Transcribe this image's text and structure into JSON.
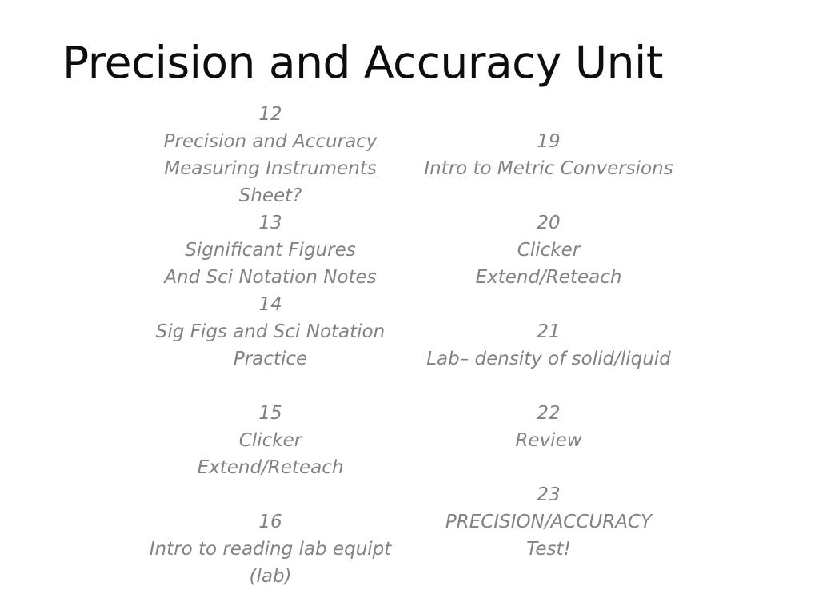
{
  "slide": {
    "title": "Precision and Accuracy Unit",
    "background_color": "#ffffff",
    "title_color": "#0d0d0d",
    "body_color": "#808285"
  },
  "columns": {
    "left": {
      "entries": [
        {
          "day": "12",
          "lines": [
            "Precision and Accuracy",
            "Measuring Instruments",
            "Sheet?"
          ],
          "blank_after": false
        },
        {
          "day": "13",
          "lines": [
            "Significant Figures",
            "And Sci Notation Notes"
          ],
          "blank_after": false
        },
        {
          "day": "14",
          "lines": [
            "Sig Figs and Sci Notation",
            "Practice"
          ],
          "blank_after": true
        },
        {
          "day": "15",
          "lines": [
            "Clicker",
            "Extend/Reteach"
          ],
          "blank_after": true
        },
        {
          "day": "16",
          "lines": [
            "Intro to reading lab equipt",
            "(lab)"
          ],
          "blank_after": false
        }
      ]
    },
    "right": {
      "entries": [
        {
          "day": "19",
          "lines": [
            "Intro to Metric Conversions"
          ],
          "blank_after": true
        },
        {
          "day": "20",
          "lines": [
            "Clicker",
            "Extend/Reteach"
          ],
          "blank_after": true
        },
        {
          "day": "21",
          "lines": [
            "Lab– density of solid/liquid"
          ],
          "blank_after": true
        },
        {
          "day": "22",
          "lines": [
            "Review"
          ],
          "blank_after": true
        },
        {
          "day": "23",
          "lines": [
            "PRECISION/ACCURACY",
            "Test!"
          ],
          "blank_after": false
        }
      ]
    }
  }
}
